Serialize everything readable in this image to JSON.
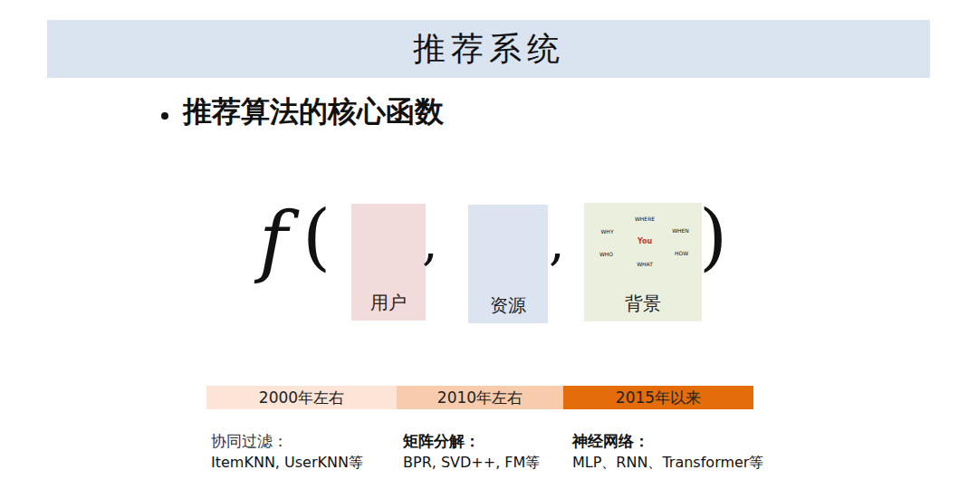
{
  "diagram": {
    "title": "推荐系统",
    "nodes": [
      {
        "text": [
          "用户"
        ]
      },
      {
        "text": [
          "资源"
        ]
      },
      {
        "text": [
          "背景"
        ]
      },
      {
        "text": [
          "2000年左右"
        ]
      },
      {
        "text": [
          "2010年左右"
        ]
      },
      {
        "text": [
          "2015年以来"
        ]
      }
    ],
    "labels": [
      "推荐算法的核心函数",
      "f",
      "(",
      ",",
      ",",
      ")",
      "You",
      "WHERE",
      "WHY",
      "WHEN",
      "WHO",
      "HOW",
      "WHAT",
      "协同过滤：",
      "ItemKNN, UserKNN等",
      "矩阵分解：",
      "BPR, SVD++, FM等",
      "神经网络：",
      "MLP、RNN、Transformer等"
    ]
  }
}
